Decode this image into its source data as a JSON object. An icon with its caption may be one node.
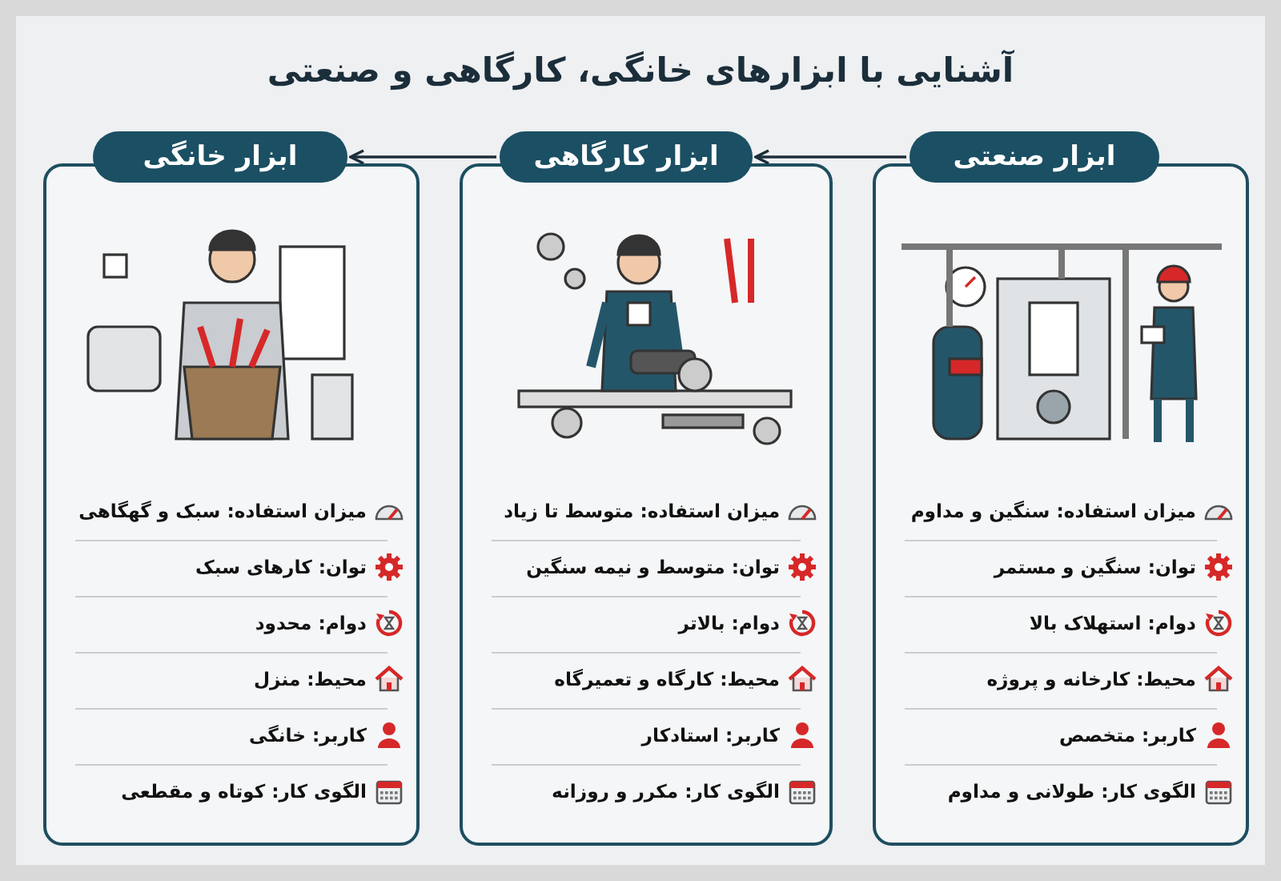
{
  "diagram": {
    "title": "آشنایی با ابزارهای خانگی، کارگاهی و صنعتی",
    "nodes": [
      {
        "text": [
          "ابزار صنعتی"
        ]
      },
      {
        "text": [
          "میزان استفاده: سنگین و مداوم",
          "توان: سنگین و مستمر",
          "دوام: استهلاک بالا",
          "محیط: کارخانه و پروژه",
          "کاربر: متخصص",
          "الگوی کار: طولانی و مداوم"
        ]
      },
      {
        "text": [
          "ابزار کارگاهی"
        ]
      },
      {
        "text": [
          "میزان استفاده: متوسط تا زیاد",
          "توان: متوسط و نیمه سنگین",
          "دوام: بالاتر",
          "محیط: کارگاه و تعمیرگاه",
          "کاربر: استادکار",
          "الگوی کار: مکرر و روزانه"
        ]
      },
      {
        "text": [
          "ابزار خانگی"
        ]
      },
      {
        "text": [
          "میزان استفاده: سبک و گهگاهی",
          "توان: کارهای سبک",
          "دوام: محدود",
          "محیط: منزل",
          "کاربر: خانگی",
          "الگوی کار: کوتاه و مقطعی"
        ]
      }
    ],
    "edges": [
      {
        "from": 0,
        "to": 2,
        "arrow": "to"
      },
      {
        "from": 2,
        "to": 4,
        "arrow": "to"
      }
    ]
  }
}
